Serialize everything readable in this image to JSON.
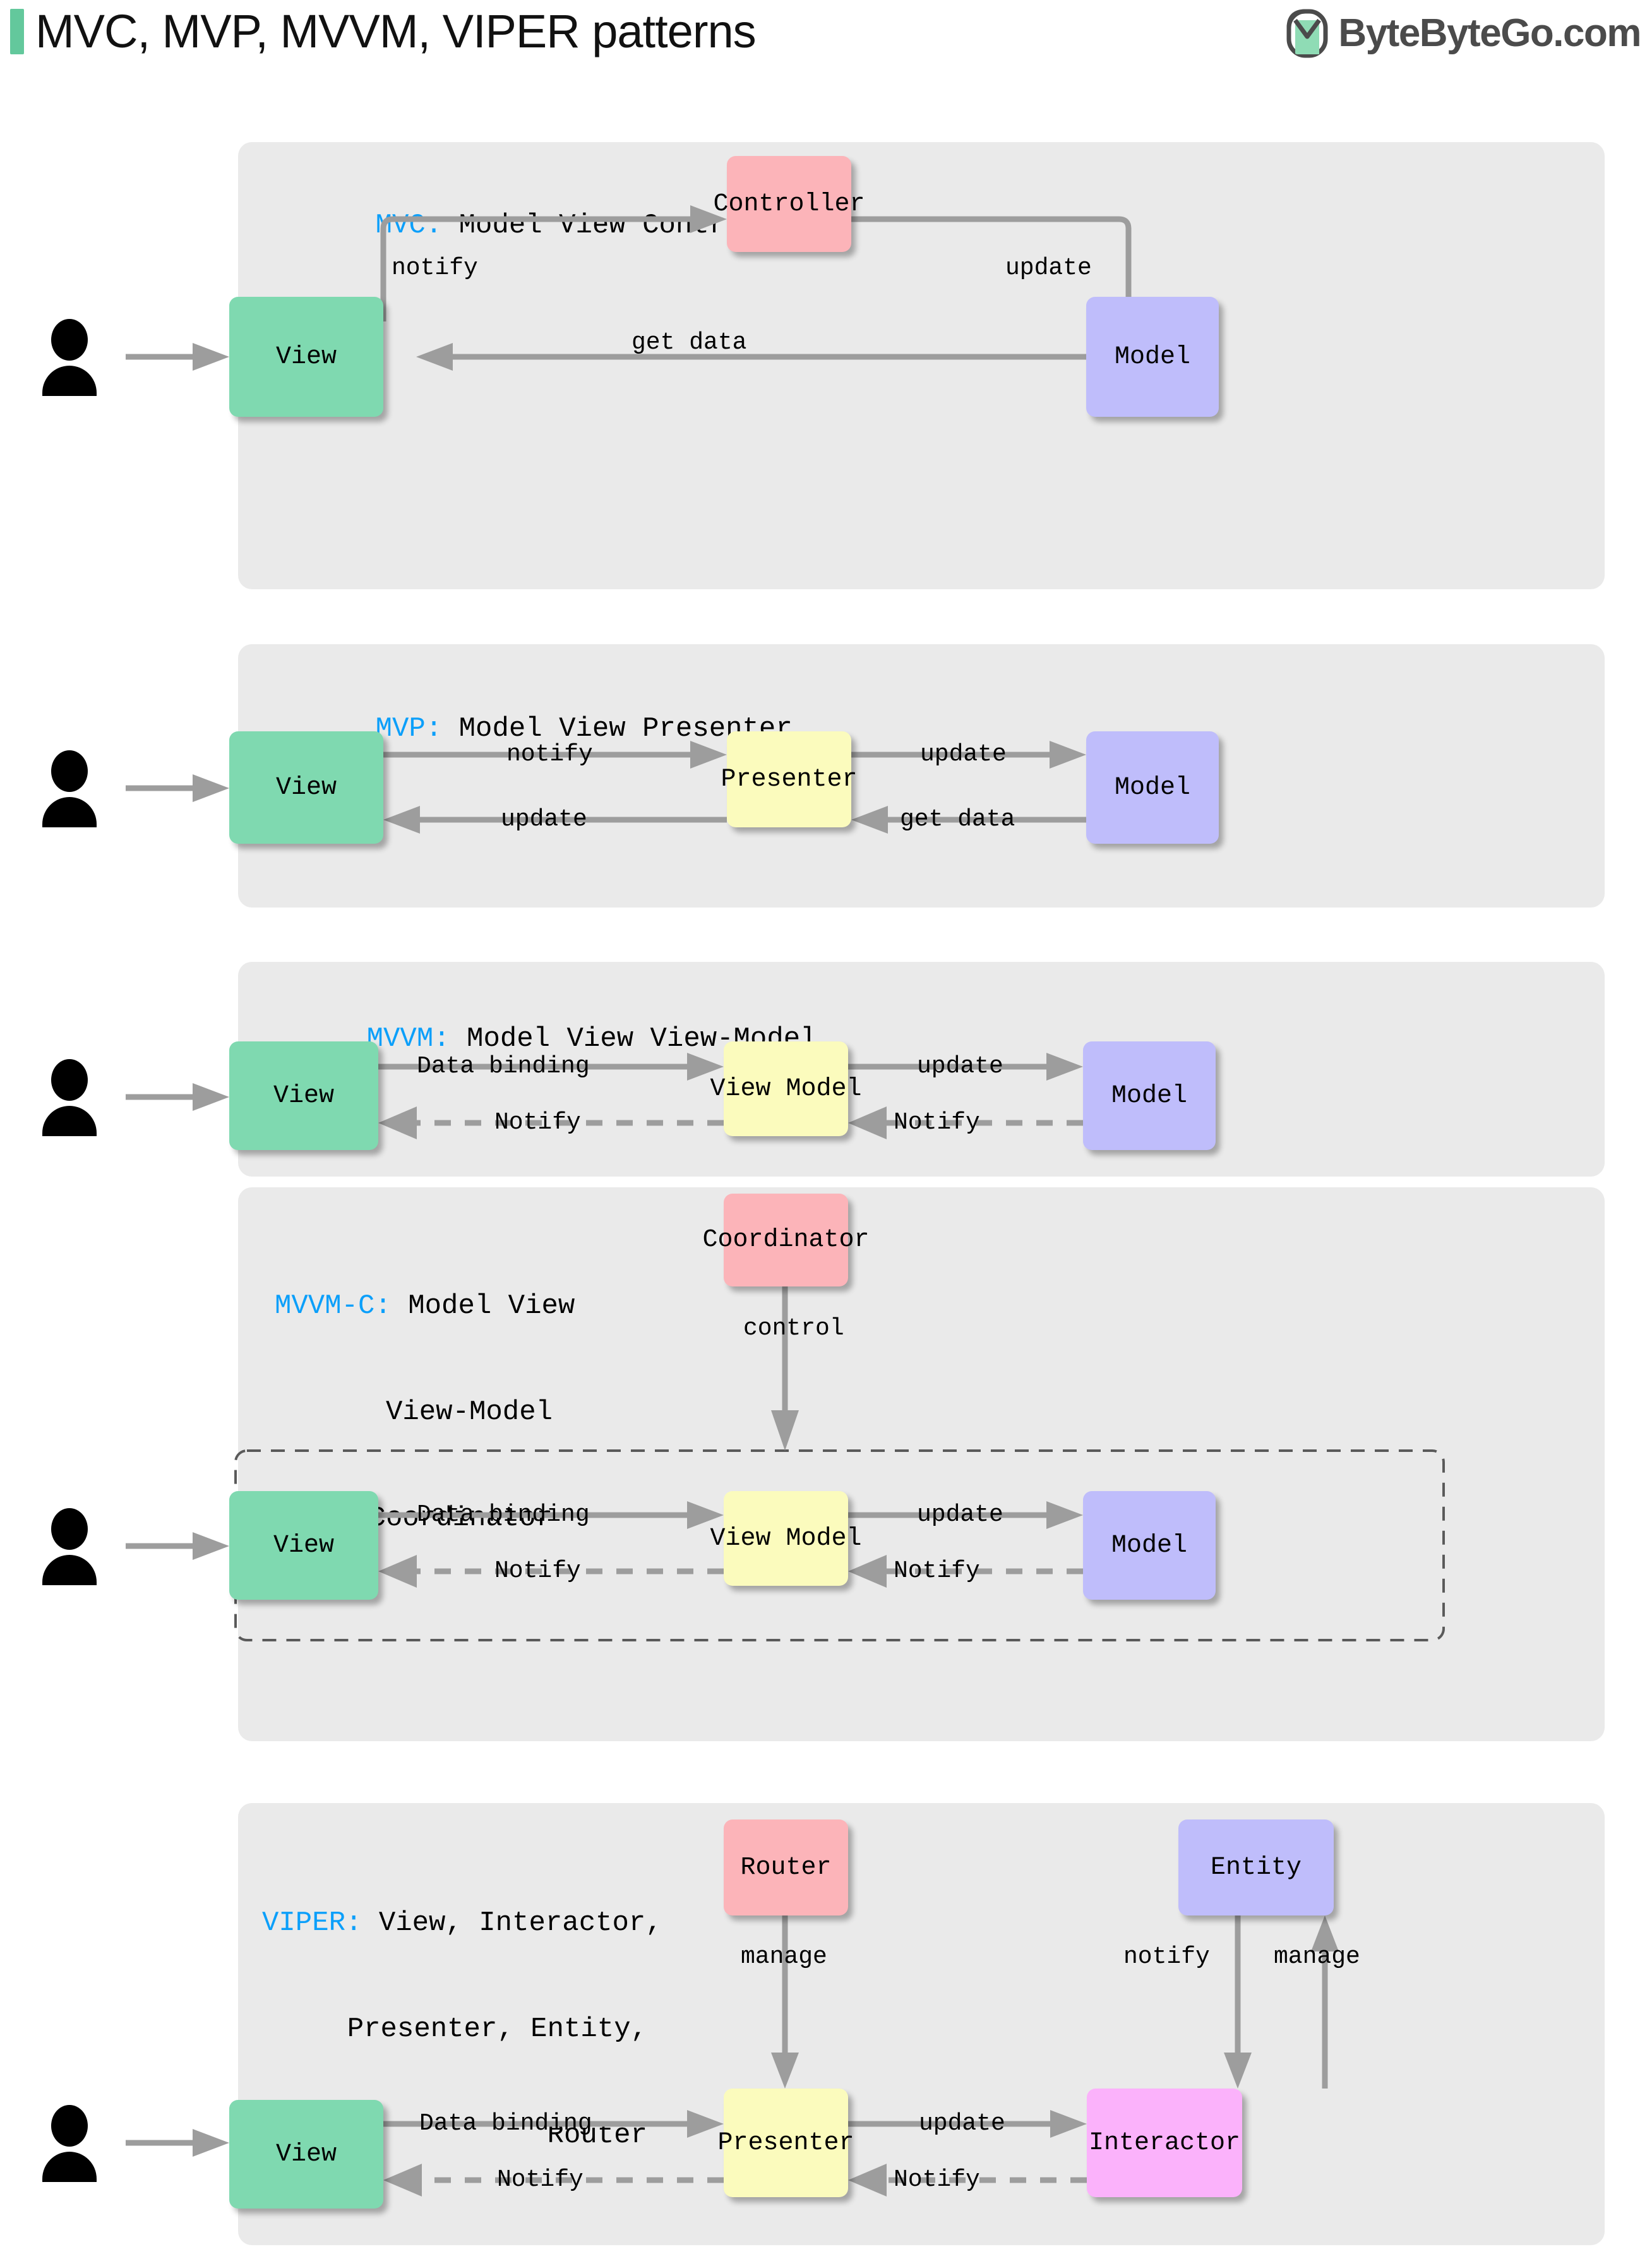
{
  "header": {
    "title": "MVC, MVP, MVVM, VIPER patterns",
    "accent_color": "#63c89c",
    "brand_name": "ByteByteGo.com",
    "brand_logo_icon": "bytebytego-logo-icon"
  },
  "colors": {
    "panel_bg": "#eaeaea",
    "view": "#7fd9b0",
    "model": "#bfbdfb",
    "controller": "#fcb4b9",
    "presenter": "#fbfbbd",
    "interactor": "#fbb2fb",
    "tag_blue": "#0b9ffa",
    "edge_gray": "#9d9d9d"
  },
  "panels": [
    {
      "id": "mvc",
      "tag": "MVC:",
      "title_lines": [
        " Model View Controller"
      ],
      "nodes": [
        {
          "name": "View",
          "color": "view"
        },
        {
          "name": "Controller",
          "color": "controller"
        },
        {
          "name": "Model",
          "color": "model"
        }
      ],
      "edges": [
        {
          "label": "notify",
          "from": "View",
          "to": "Controller",
          "style": "solid"
        },
        {
          "label": "update",
          "from": "Controller",
          "to": "Model",
          "style": "solid"
        },
        {
          "label": "get data",
          "from": "Model",
          "to": "View",
          "style": "solid"
        },
        {
          "label": "",
          "from": "user",
          "to": "View",
          "style": "solid"
        }
      ]
    },
    {
      "id": "mvp",
      "tag": "MVP:",
      "title_lines": [
        " Model View Presenter"
      ],
      "nodes": [
        {
          "name": "View",
          "color": "view"
        },
        {
          "name": "Presenter",
          "color": "presenter"
        },
        {
          "name": "Model",
          "color": "model"
        }
      ],
      "edges": [
        {
          "label": "notify",
          "from": "View",
          "to": "Presenter",
          "style": "solid"
        },
        {
          "label": "update",
          "from": "Presenter",
          "to": "View",
          "style": "solid"
        },
        {
          "label": "update",
          "from": "Presenter",
          "to": "Model",
          "style": "solid"
        },
        {
          "label": "get data",
          "from": "Model",
          "to": "Presenter",
          "style": "solid"
        }
      ]
    },
    {
      "id": "mvvm",
      "tag": "MVVM:",
      "title_lines": [
        " Model View View-Model"
      ],
      "nodes": [
        {
          "name": "View",
          "color": "view"
        },
        {
          "name": "View Model",
          "color": "presenter"
        },
        {
          "name": "Model",
          "color": "model"
        }
      ],
      "edges": [
        {
          "label": "Data binding",
          "from": "View",
          "to": "View Model",
          "style": "solid"
        },
        {
          "label": "Notify",
          "from": "View Model",
          "to": "View",
          "style": "dashed"
        },
        {
          "label": "update",
          "from": "View Model",
          "to": "Model",
          "style": "solid"
        },
        {
          "label": "Notify",
          "from": "Model",
          "to": "View Model",
          "style": "dashed"
        }
      ]
    },
    {
      "id": "mvvmc",
      "tag": "MVVM-C:",
      "title_lines": [
        " Model View",
        "View-Model",
        "Coordinator"
      ],
      "nodes": [
        {
          "name": "Coordinator",
          "color": "controller"
        },
        {
          "name": "View",
          "color": "view"
        },
        {
          "name": "View Model",
          "color": "presenter"
        },
        {
          "name": "Model",
          "color": "model"
        }
      ],
      "edges": [
        {
          "label": "control",
          "from": "Coordinator",
          "to": "group",
          "style": "solid"
        },
        {
          "label": "Data binding",
          "from": "View",
          "to": "View Model",
          "style": "solid"
        },
        {
          "label": "Notify",
          "from": "View Model",
          "to": "View",
          "style": "dashed"
        },
        {
          "label": "update",
          "from": "View Model",
          "to": "Model",
          "style": "solid"
        },
        {
          "label": "Notify",
          "from": "Model",
          "to": "View Model",
          "style": "dashed"
        }
      ]
    },
    {
      "id": "viper",
      "tag": "VIPER:",
      "title_lines": [
        " View, Interactor,",
        "Presenter, Entity,",
        "Router"
      ],
      "nodes": [
        {
          "name": "Router",
          "color": "controller"
        },
        {
          "name": "Entity",
          "color": "model"
        },
        {
          "name": "View",
          "color": "view"
        },
        {
          "name": "Presenter",
          "color": "presenter"
        },
        {
          "name": "Interactor",
          "color": "interactor"
        }
      ],
      "edges": [
        {
          "label": "manage",
          "from": "Router",
          "to": "Presenter",
          "style": "solid"
        },
        {
          "label": "notify",
          "from": "Entity",
          "to": "Interactor",
          "style": "solid"
        },
        {
          "label": "manage",
          "from": "Interactor",
          "to": "Entity",
          "style": "solid"
        },
        {
          "label": "Data binding",
          "from": "View",
          "to": "Presenter",
          "style": "solid"
        },
        {
          "label": "Notify",
          "from": "Presenter",
          "to": "View",
          "style": "dashed"
        },
        {
          "label": "update",
          "from": "Presenter",
          "to": "Interactor",
          "style": "solid"
        },
        {
          "label": "Notify",
          "from": "Interactor",
          "to": "Presenter",
          "style": "dashed"
        }
      ]
    }
  ]
}
